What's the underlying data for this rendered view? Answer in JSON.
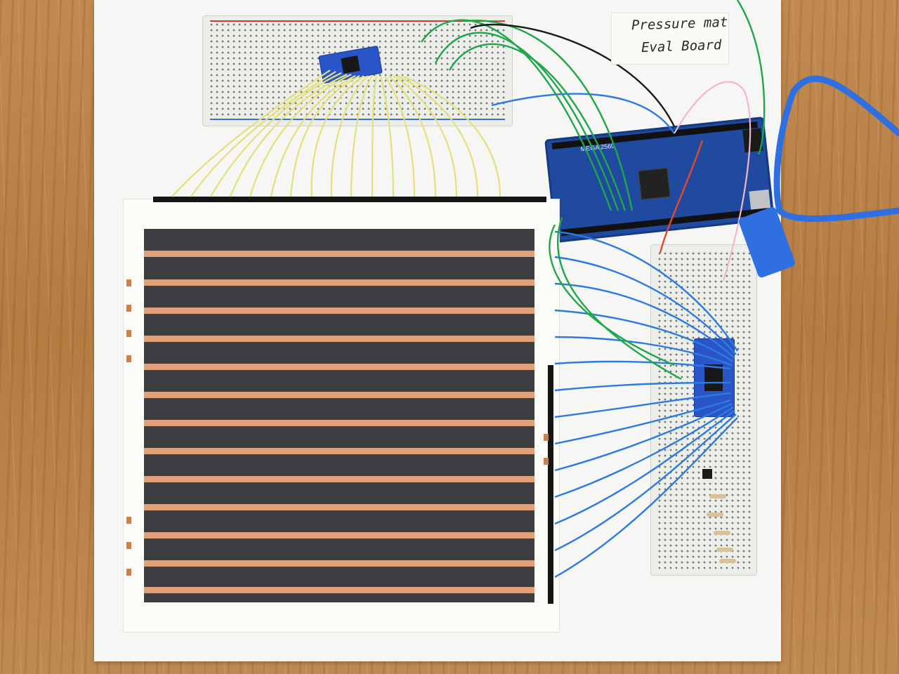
{
  "photo": {
    "description_text": "",
    "note_label": {
      "line1": "Pressure mat",
      "line2": "Eval Board"
    },
    "arduino_label": "MEGA 2560",
    "colors": {
      "wood": "#b9834a",
      "board": "#f6f6f4",
      "copper": "#e0a07a",
      "mat": "#3b3d40",
      "wire_yellow": "#e4e07a",
      "wire_blue": "#2d7be0",
      "wire_green": "#1fa64a",
      "arduino": "#1f4aa0",
      "usb_cable": "#2f6fe0"
    },
    "icons": [
      "breadboard-icon",
      "arduino-board-icon",
      "usb-cable-icon",
      "multiplexer-icon"
    ]
  }
}
